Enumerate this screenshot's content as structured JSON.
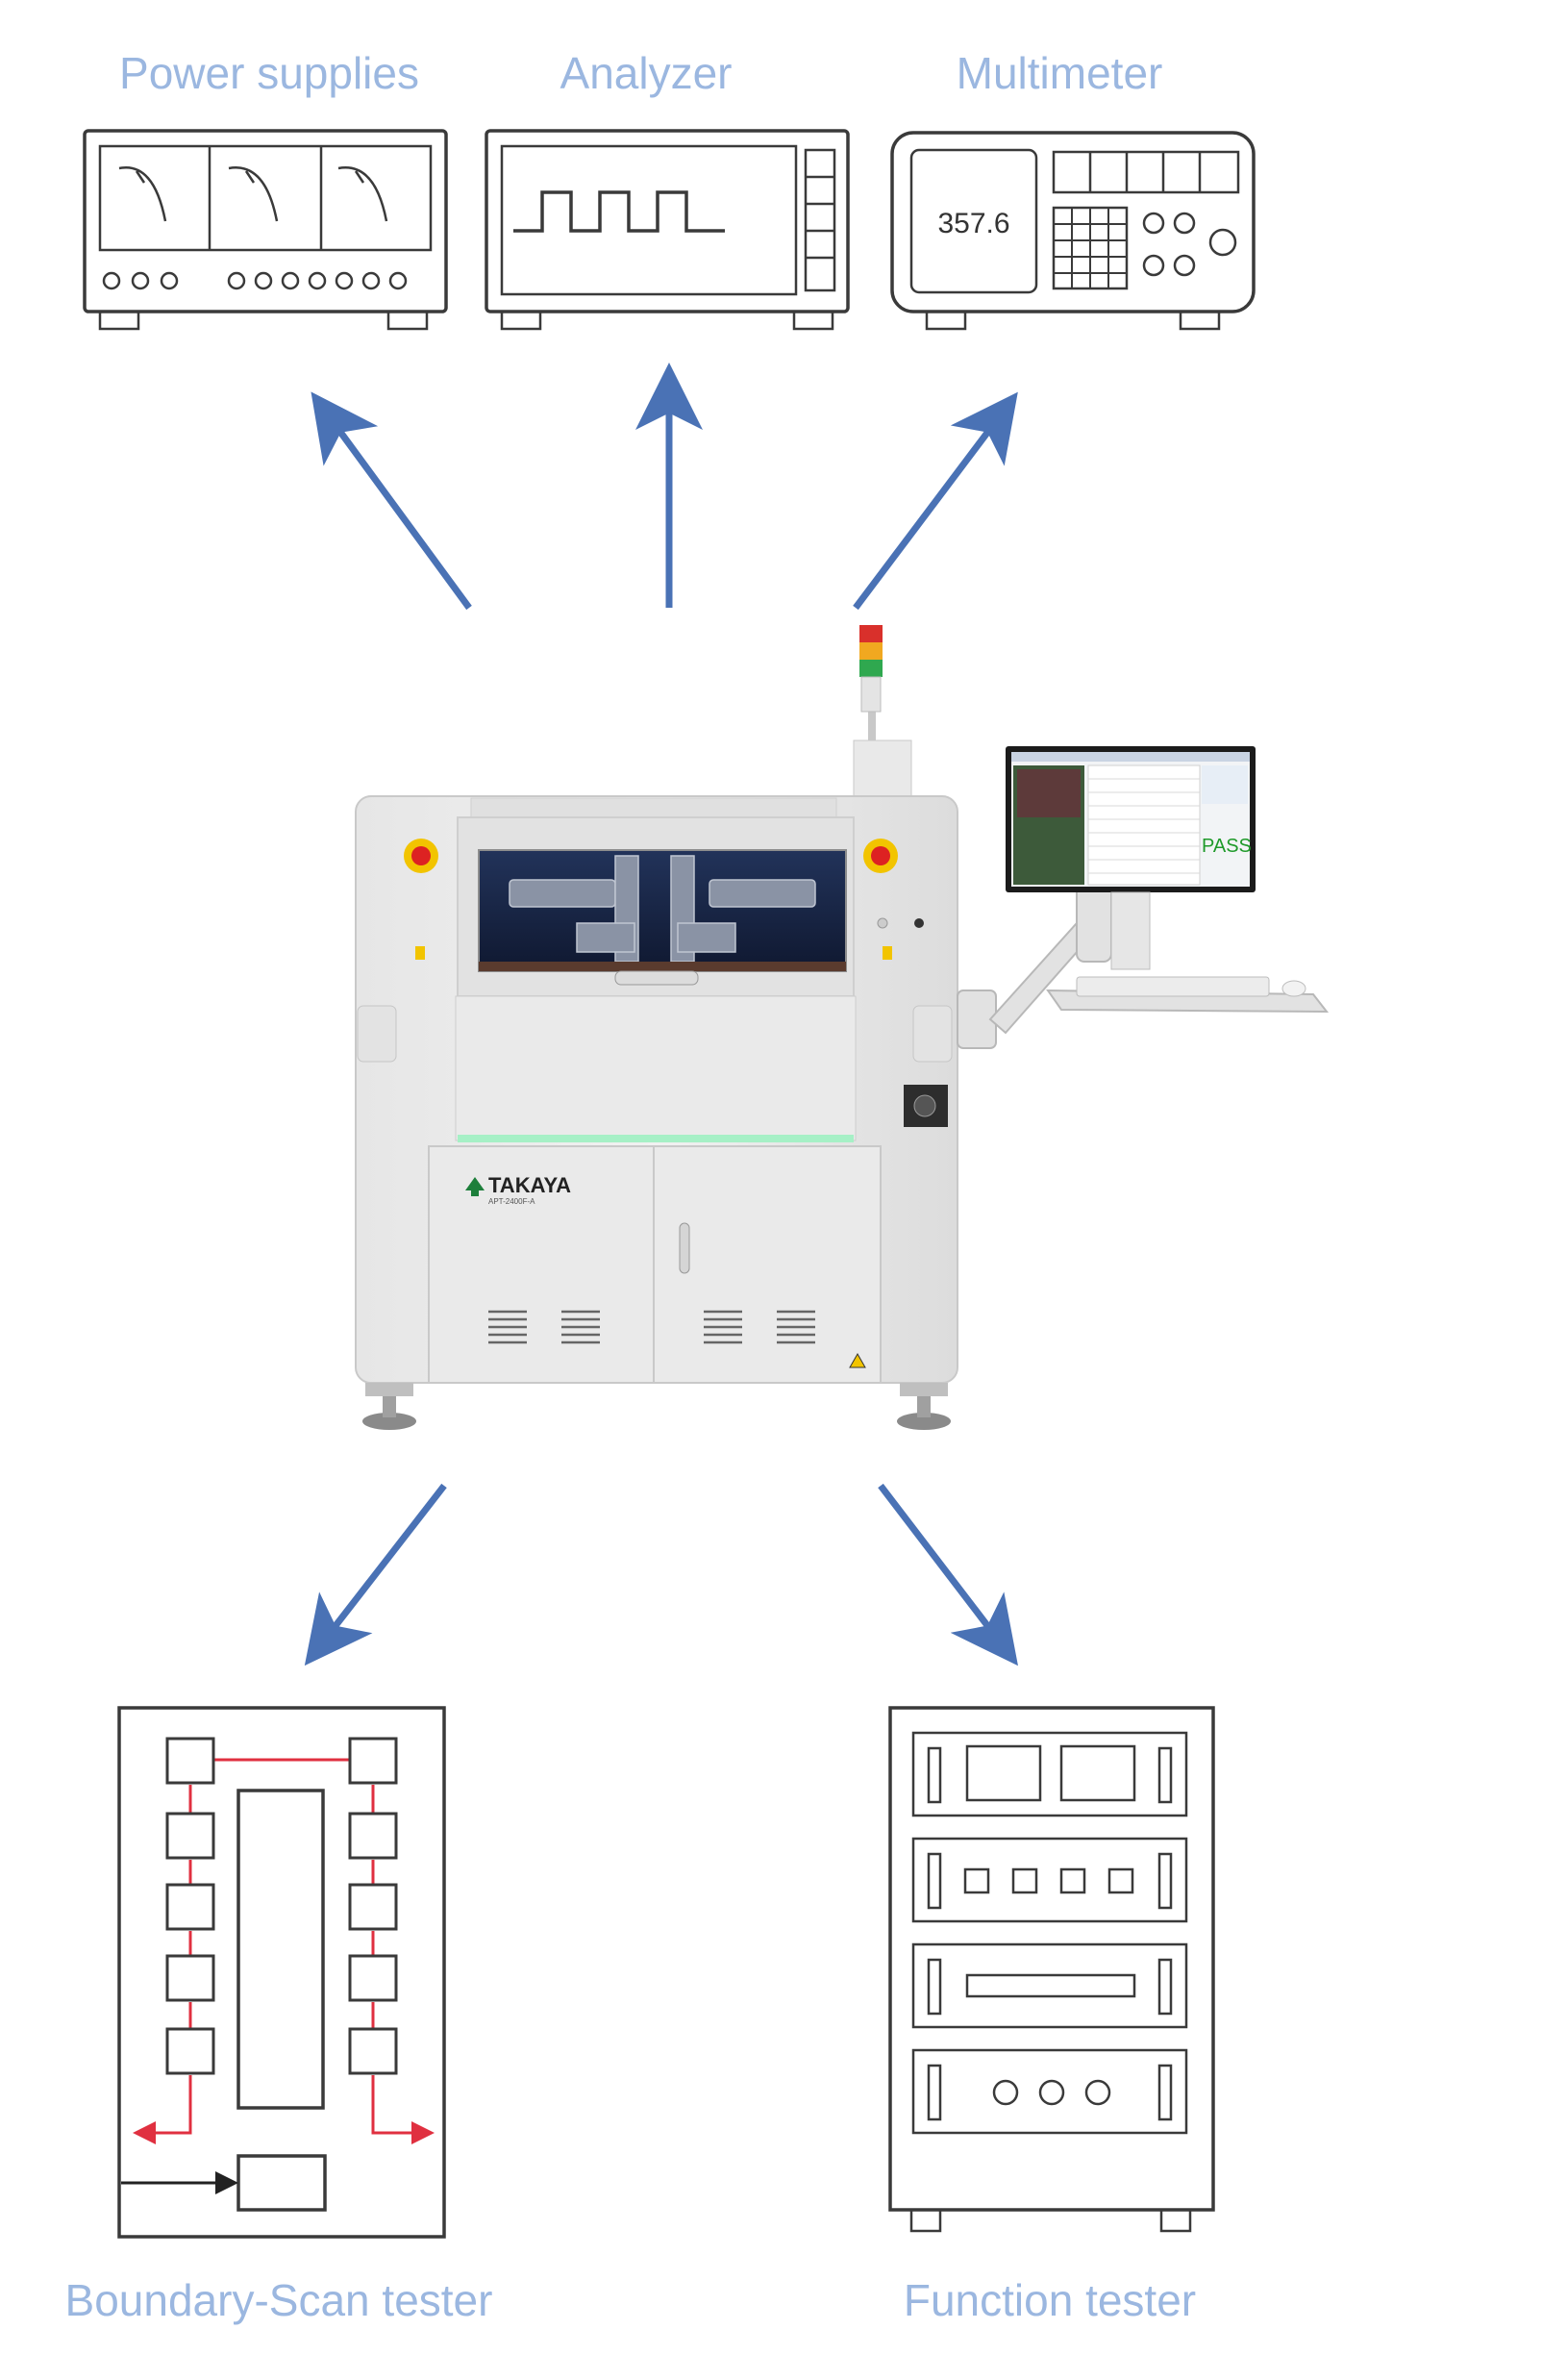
{
  "instruments": {
    "power_supplies": {
      "label": "Power supplies",
      "icon": "power-supply-icon"
    },
    "analyzer": {
      "label": "Analyzer",
      "icon": "analyzer-icon"
    },
    "multimeter": {
      "label": "Multimeter",
      "icon": "multimeter-icon",
      "display_value": "357.6"
    },
    "boundary_scan": {
      "label": "Boundary-Scan tester",
      "icon": "boundary-scan-tester-icon"
    },
    "function_tester": {
      "label": "Function tester",
      "icon": "function-tester-icon"
    }
  },
  "machine": {
    "brand": "TAKAYA",
    "model": "APT-2400F-A",
    "monitor_status": "PASS"
  },
  "colors": {
    "arrow": "#4a72b5",
    "label": "#9bb7e0",
    "line_art": "#3a3a3a",
    "scan_chain": "#e03040",
    "pass_text": "#1f9a2a"
  }
}
